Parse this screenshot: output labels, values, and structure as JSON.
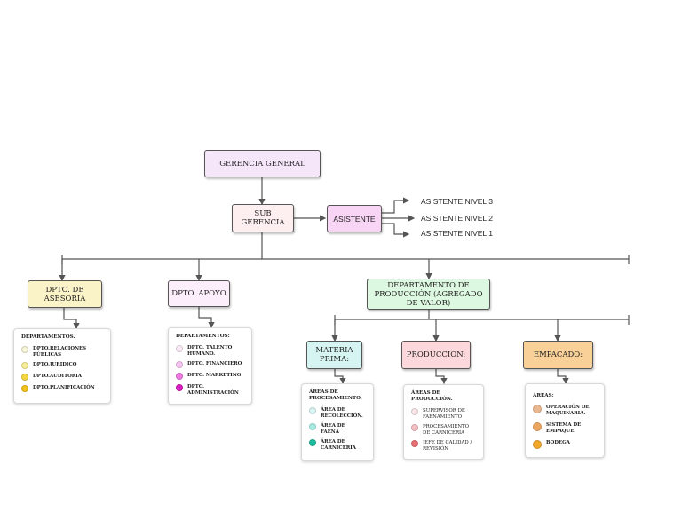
{
  "colors": {
    "line": "#555555",
    "gerencia_fill": "#f5e6fa",
    "subgerencia_fill": "#fdeef0",
    "asistente_fill": "#f8d4f5",
    "asesoria_fill": "#fbf3c8",
    "apoyo_fill": "#fceefa",
    "produccion_dept_fill": "#ddf8e0",
    "materia_fill": "#d6f5f2",
    "produccion_fill": "#fcd8dc",
    "empacado_fill": "#f8d098"
  },
  "nodes": {
    "gerencia_general": "GERENCIA GENERAL",
    "sub_gerencia": "SUB GERENCIA",
    "asistente": "ASISTENTE",
    "dpto_asesoria": "DPTO. DE ASESORIA",
    "dpto_apoyo": "DPTO. APOYO",
    "dpto_produccion": "DEPARTAMENTO DE PRODUCCIÓN (AGREGADO DE VALOR)",
    "materia_prima": "MATERIA PRIMA:",
    "produccion": "PRODUCCIÓN:",
    "empacado": "EMPACADO:"
  },
  "asistentes": [
    "ASISTENTE NIVEL 3",
    "ASISTENTE NIVEL 2",
    "ASISTENTE NIVEL 1"
  ],
  "cards": {
    "asesoria": {
      "title": "DEPARTAMENTOS.",
      "items": [
        {
          "text": "DPTO.RELACIONES PÚBLICAS",
          "color": "#f6f4d6"
        },
        {
          "text": "DPTO.JURIDICO",
          "color": "#f8ee9a"
        },
        {
          "text": "DPTO.AUDITORIA",
          "color": "#f4d640"
        },
        {
          "text": "DPTO.PLANIFICACIÓN",
          "color": "#f2c21c"
        }
      ]
    },
    "apoyo": {
      "title": "DEPARTAMENTOS:",
      "items": [
        {
          "text": "DPTO. TALENTO HUMANO.",
          "color": "#fbeaf8"
        },
        {
          "text": "DPTO. FINANCIERO",
          "color": "#f6c4f0"
        },
        {
          "text": "DPTO. MARKETING",
          "color": "#ee78e2"
        },
        {
          "text": "DPTO. ADMINISTRACIÓN",
          "color": "#d81cc0"
        }
      ]
    },
    "materia": {
      "title": "ÁREAS DE PROCESAMIENTO.",
      "items": [
        {
          "text": "ÁREA DE RECOLECCIÓN.",
          "color": "#d8f6f2"
        },
        {
          "text": "ÁREA DE FAENA",
          "color": "#a6ece2"
        },
        {
          "text": "ÁREA DE CARNICERIA",
          "color": "#1cbfa0"
        }
      ]
    },
    "produccion": {
      "title": "ÁREAS DE PRODUCCIÓN.",
      "items": [
        {
          "text": "SUPERVISOR DE FAENAMIENTO",
          "color": "#fbe6e8"
        },
        {
          "text": "PROCESAMIENTO DE CARNICERIA",
          "color": "#f6c0c4"
        },
        {
          "text": "JEFE DE CALIDAD / REVISIÓN",
          "color": "#e87074"
        }
      ]
    },
    "empacado": {
      "title": "ÁREAS:",
      "items": [
        {
          "text": "OPERACIÓN DE MAQUINARIA.",
          "color": "#eab890"
        },
        {
          "text": "SISTEMA DE EMPAQUE",
          "color": "#eba660"
        },
        {
          "text": "BODEGA",
          "color": "#f2a62a"
        }
      ]
    }
  }
}
